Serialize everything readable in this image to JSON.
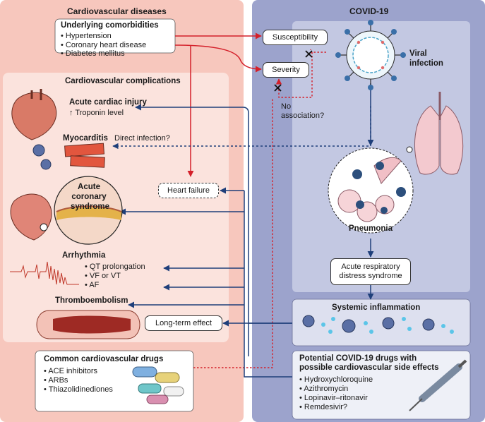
{
  "left_panel": {
    "title": "Cardiovascular diseases",
    "comorbidities": {
      "title": "Underlying comorbidities",
      "items": [
        "Hypertension",
        "Coronary heart disease",
        "Diabetes mellitus"
      ]
    },
    "complications": {
      "title": "Cardiovascular complications",
      "acute_cardiac_injury": "Acute cardiac injury",
      "troponin": "↑ Troponin level",
      "myocarditis": "Myocarditis",
      "direct_infection": "Direct infection?",
      "acs_lines": [
        "Acute",
        "coronary",
        "syndrome"
      ],
      "heart_failure": "Heart failure",
      "arrhythmia": "Arrhythmia",
      "arrhythmia_items": [
        "QT prolongation",
        "VF or VT",
        "AF"
      ],
      "thromboembolism": "Thromboembolism",
      "long_term": "Long-term effect"
    },
    "drugs": {
      "title": "Common cardiovascular drugs",
      "items": [
        "ACE inhibitors",
        "ARBs",
        "Thiazolidinediones"
      ]
    }
  },
  "middle": {
    "susceptibility": "Susceptibility",
    "severity": "Severity",
    "no_association_lines": [
      "No",
      "association?"
    ]
  },
  "right_panel": {
    "title": "COVID-19",
    "viral_infection_lines": [
      "Viral",
      "infection"
    ],
    "pneumonia": "Pneumonia",
    "ards_lines": [
      "Acute respiratory",
      "distress syndrome"
    ],
    "systemic_inflammation": "Systemic inflammation",
    "covid_drugs": {
      "title_lines": [
        "Potential COVID-19 drugs with",
        "possible cardiovascular side effects"
      ],
      "items": [
        "Hydroxychloroquine",
        "Azithromycin",
        "Lopinavir–ritonavir",
        "Remdesivir?"
      ]
    }
  },
  "colors": {
    "left_bg": "#f7c7bd",
    "left_inner": "#fbe3dd",
    "right_bg": "#9ca3cc",
    "right_inner": "#c3c8e2",
    "red_arrow": "#d4202a",
    "blue_arrow": "#1f3f7a"
  }
}
